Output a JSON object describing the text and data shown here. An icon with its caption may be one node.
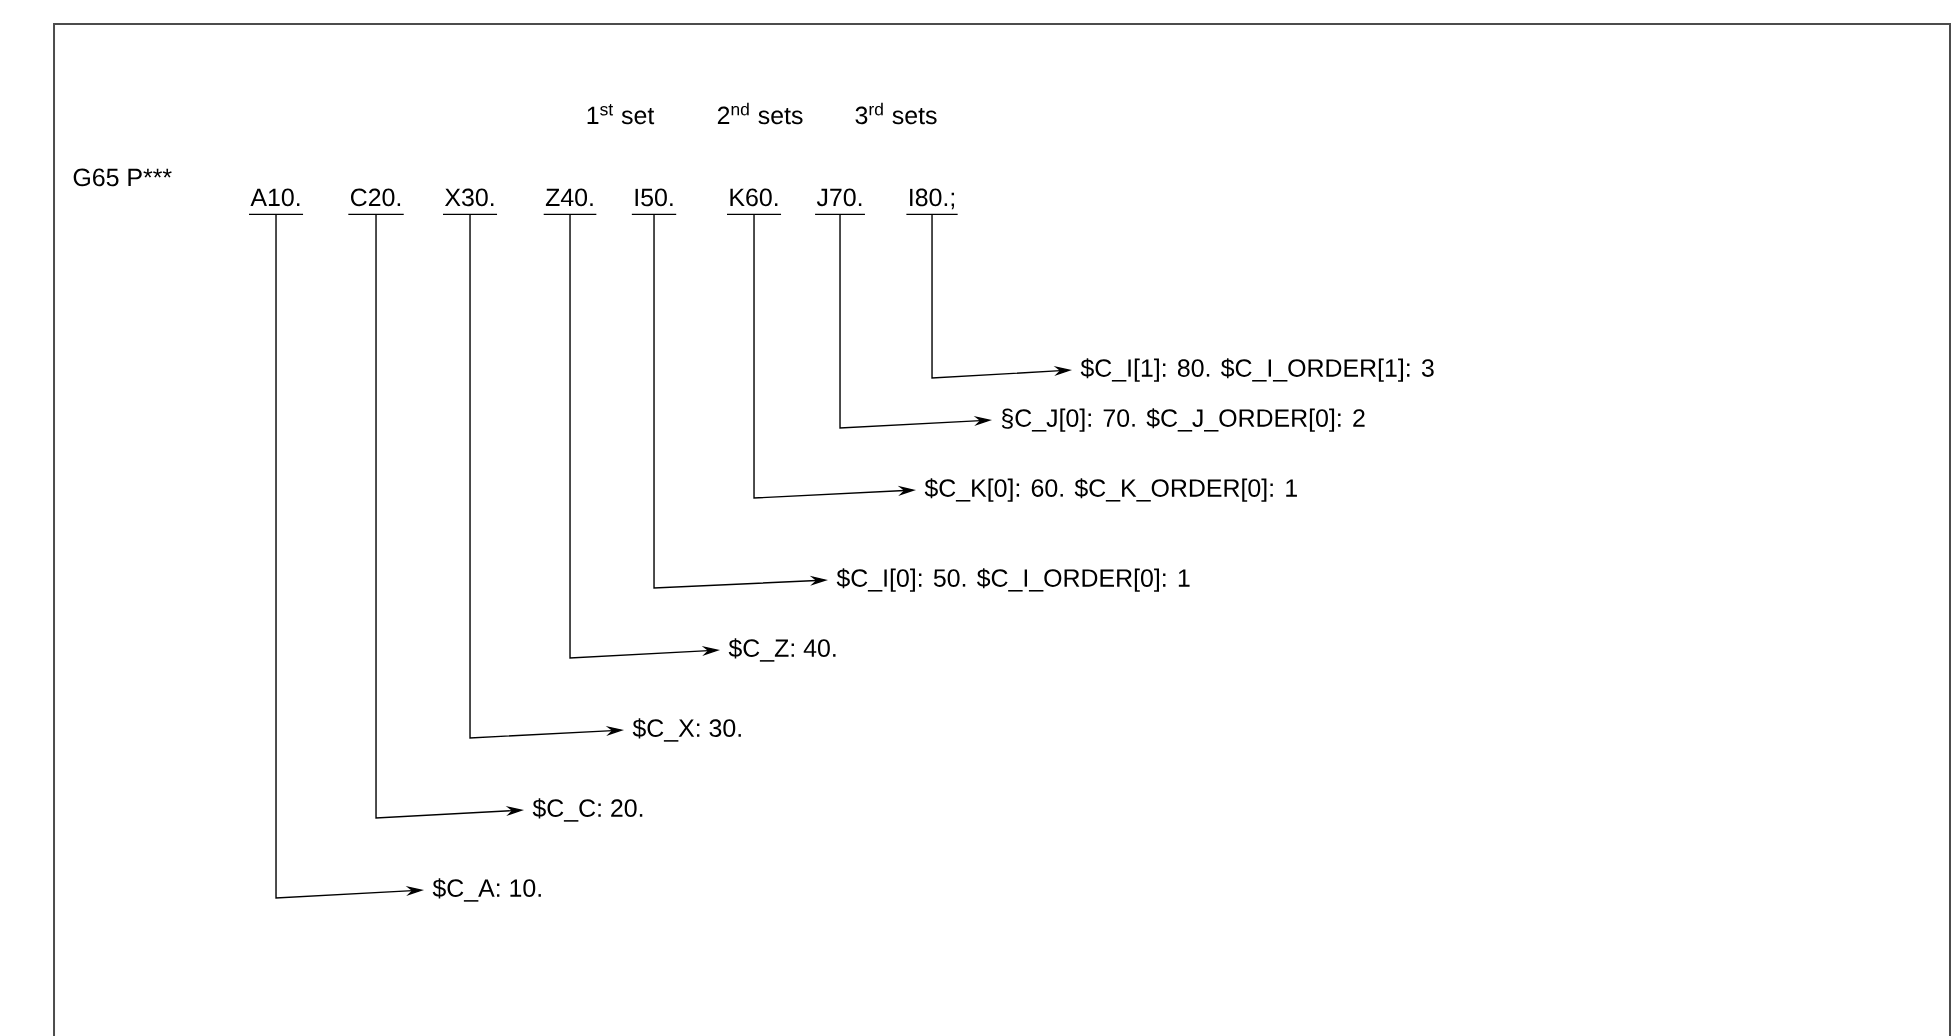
{
  "diagram": {
    "nodes": [
      {
        "text": [
          "A10."
        ]
      },
      {
        "text": [
          "C20."
        ]
      },
      {
        "text": [
          "X30."
        ]
      },
      {
        "text": [
          "Z40."
        ]
      },
      {
        "text": [
          "I50."
        ]
      },
      {
        "text": [
          "K60."
        ]
      },
      {
        "text": [
          "J70."
        ]
      },
      {
        "text": [
          "I80.;"
        ]
      },
      {
        "text": [
          "$C_A:  10."
        ]
      },
      {
        "text": [
          "$C_C:  20."
        ]
      },
      {
        "text": [
          "$C_X:  30."
        ]
      },
      {
        "text": [
          "$C_Z:  40."
        ]
      },
      {
        "text": [
          "$C_I[0]:  50. $C_I_ORDER[0]: 1"
        ]
      },
      {
        "text": [
          "$C_K[0]:  60. $C_K_ORDER[0]: 1"
        ]
      },
      {
        "text": [
          "§C_J[0]:  70. $C_J_ORDER[0]: 2"
        ]
      },
      {
        "text": [
          "$C_I[1]:  80. $C_I_ORDER[1]: 3"
        ]
      }
    ],
    "edges": [
      {
        "from": 0,
        "to": 8,
        "arrow": "to"
      },
      {
        "from": 1,
        "to": 9,
        "arrow": "to"
      },
      {
        "from": 2,
        "to": 10,
        "arrow": "to"
      },
      {
        "from": 3,
        "to": 11,
        "arrow": "to"
      },
      {
        "from": 4,
        "to": 12,
        "arrow": "to"
      },
      {
        "from": 5,
        "to": 13,
        "arrow": "to"
      },
      {
        "from": 6,
        "to": 14,
        "arrow": "to"
      },
      {
        "from": 7,
        "to": 15,
        "arrow": "to"
      }
    ],
    "labels": [
      "1$^{st}$ set",
      "2$^{nd}$ sets",
      "3$^{rd}$ sets",
      "G65 P***"
    ]
  }
}
